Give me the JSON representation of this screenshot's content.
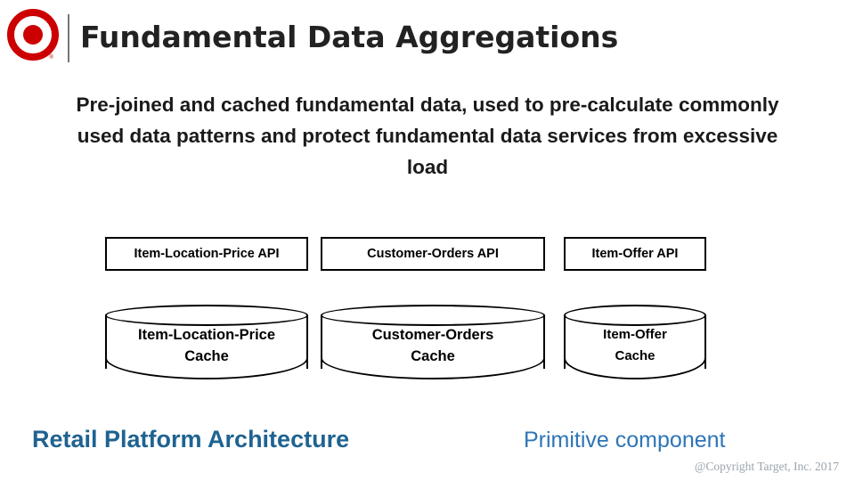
{
  "header": {
    "logo_name": "target-bullseye-logo",
    "logo_color": "#cc0000",
    "registered_mark": "®",
    "title": "Fundamental Data Aggregations"
  },
  "subtitle": "Pre-joined and cached fundamental data, used to pre-calculate commonly used data patterns and protect fundamental data services from excessive load",
  "diagram": {
    "columns": [
      {
        "api_label": "Item-Location-Price API",
        "cache_label_line1": "Item-Location-Price",
        "cache_label_line2": "Cache"
      },
      {
        "api_label": "Customer-Orders API",
        "cache_label_line1": "Customer-Orders",
        "cache_label_line2": "Cache"
      },
      {
        "api_label": "Item-Offer API",
        "cache_label_line1": "Item-Offer",
        "cache_label_line2": "Cache"
      }
    ]
  },
  "footer": {
    "left_label": "Retail Platform Architecture",
    "left_color": "#1f6391",
    "middle_label": "Primitive component",
    "middle_color": "#2e75b6",
    "copyright": "@Copyright Target, Inc. 2017"
  }
}
